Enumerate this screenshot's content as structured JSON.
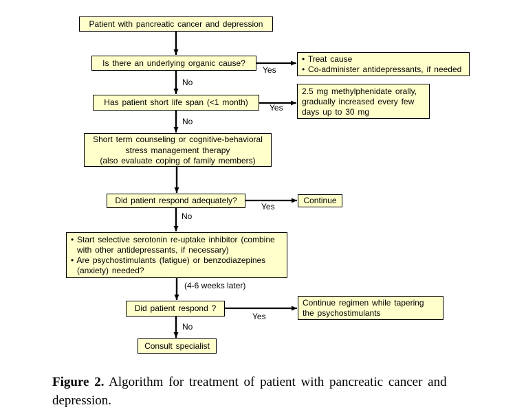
{
  "figure": {
    "colors": {
      "node_fill": "#FFFFCC",
      "node_border": "#000000",
      "arrow": "#000000",
      "background": "#FFFFFF"
    },
    "nodes": {
      "start": {
        "text": "Patient with pancreatic cancer and depression"
      },
      "organic_cause": {
        "text": "Is there an underlying organic cause?"
      },
      "treat_cause": {
        "lines": [
          "• Treat cause",
          "• Co-administer antidepressants, if needed"
        ]
      },
      "life_span": {
        "text": "Has patient short life span (<1 month)"
      },
      "methylphenidate": {
        "lines": [
          "2.5 mg methylphenidate orally,",
          "gradually increased every few",
          "days up to 30 mg"
        ]
      },
      "counseling": {
        "lines": [
          "Short term counseling or cognitive-behavioral",
          "stress management therapy",
          "(also evaluate coping of family members)"
        ]
      },
      "respond_adequately": {
        "text": "Did patient respond adequately?"
      },
      "continue": {
        "text": "Continue"
      },
      "ssri": {
        "lines": [
          "• Start selective serotonin re-uptake inhibitor (combine",
          "with other antidepressants, if necessary)",
          "• Are psychostimulants (fatigue) or benzodiazepines",
          "(anxiety) needed?"
        ]
      },
      "respond": {
        "text": "Did patient respond ?"
      },
      "continue_regimen": {
        "lines": [
          "Continue regimen while tapering",
          "the psychostimulants"
        ]
      },
      "consult": {
        "text": "Consult specialist"
      }
    },
    "edge_labels": {
      "yes1": "Yes",
      "no1": "No",
      "yes2": "Yes",
      "no2": "No",
      "yes3": "Yes",
      "no3": "No",
      "weeks": "(4-6 weeks later)",
      "yes4": "Yes",
      "no4": "No"
    },
    "caption": {
      "label": "Figure 2.",
      "text": " Algorithm for treatment of patient with pancreatic cancer and depression."
    }
  }
}
